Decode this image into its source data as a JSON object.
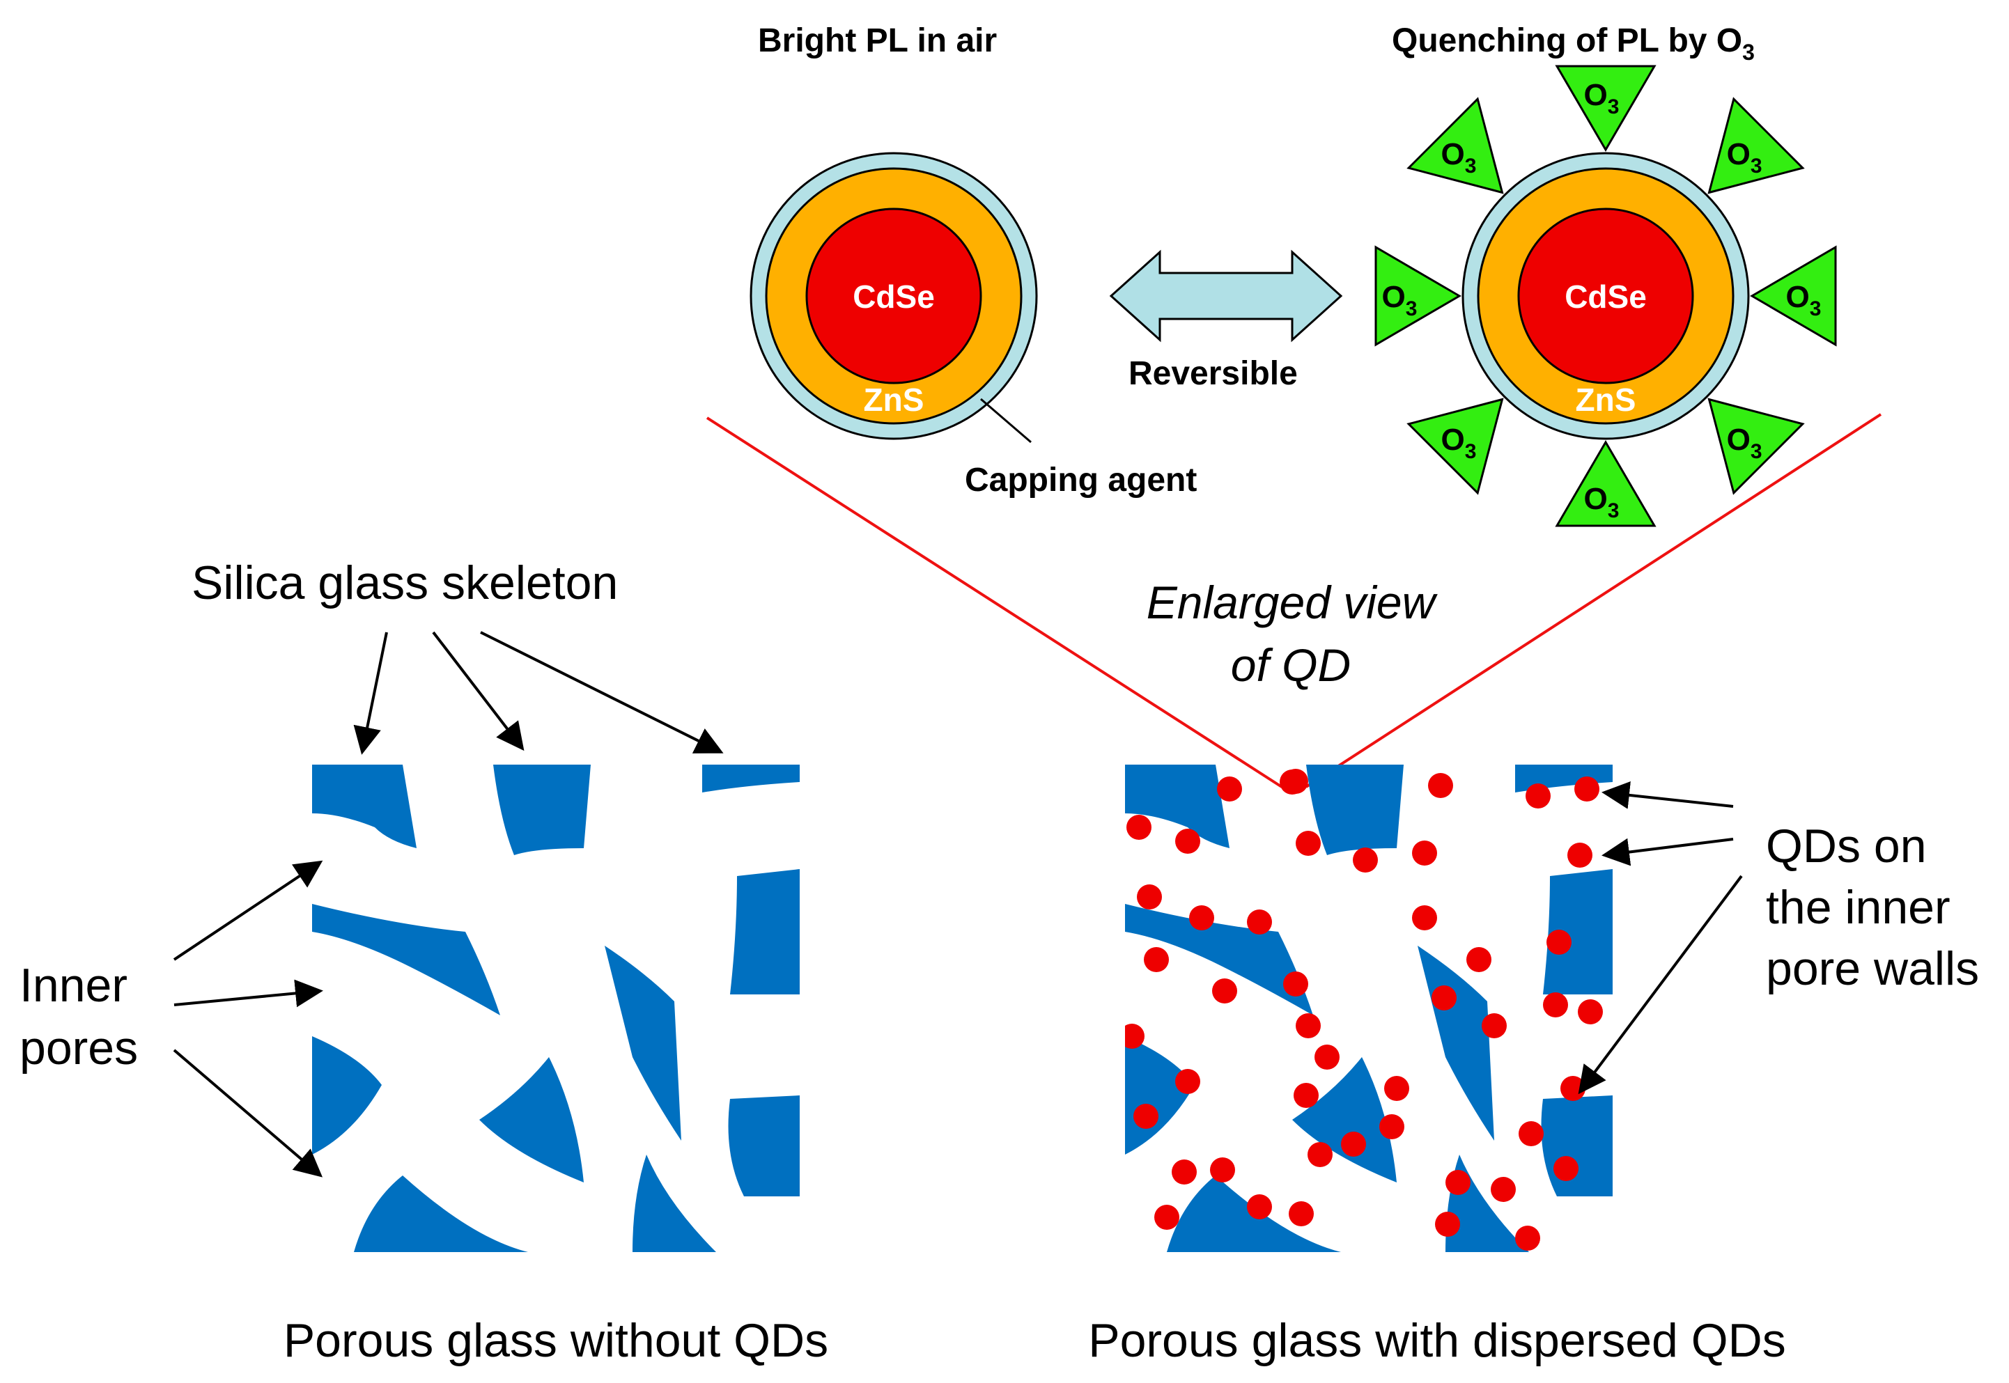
{
  "colors": {
    "glass_blue": "#0070c0",
    "qd_red": "#ee0000",
    "shell_orange": "#ffb000",
    "capping_cyan": "#b4e1e6",
    "ozone_green": "#33ee11",
    "arrow_fill": "#b0e0e6",
    "zoom_line": "#ee1111",
    "text": "#000000"
  },
  "top": {
    "left_title": "Bright PL in air",
    "right_title_main": "Quenching of PL by O",
    "right_title_sub": "3",
    "core_label": "CdSe",
    "shell_label": "ZnS",
    "capping_label": "Capping agent",
    "reversible_label": "Reversible",
    "ozone_main": "O",
    "ozone_sub": "3"
  },
  "middle": {
    "silica_label": "Silica glass skeleton",
    "enlarged_line1": "Enlarged view",
    "enlarged_line2": "of QD",
    "pores_line1": "Inner",
    "pores_line2": "pores",
    "qds_line1": "QDs on",
    "qds_line2": "the inner",
    "qds_line3": "pore walls"
  },
  "bottom": {
    "left_caption": "Porous glass without QDs",
    "right_caption": "Porous glass with dispersed QDs"
  }
}
